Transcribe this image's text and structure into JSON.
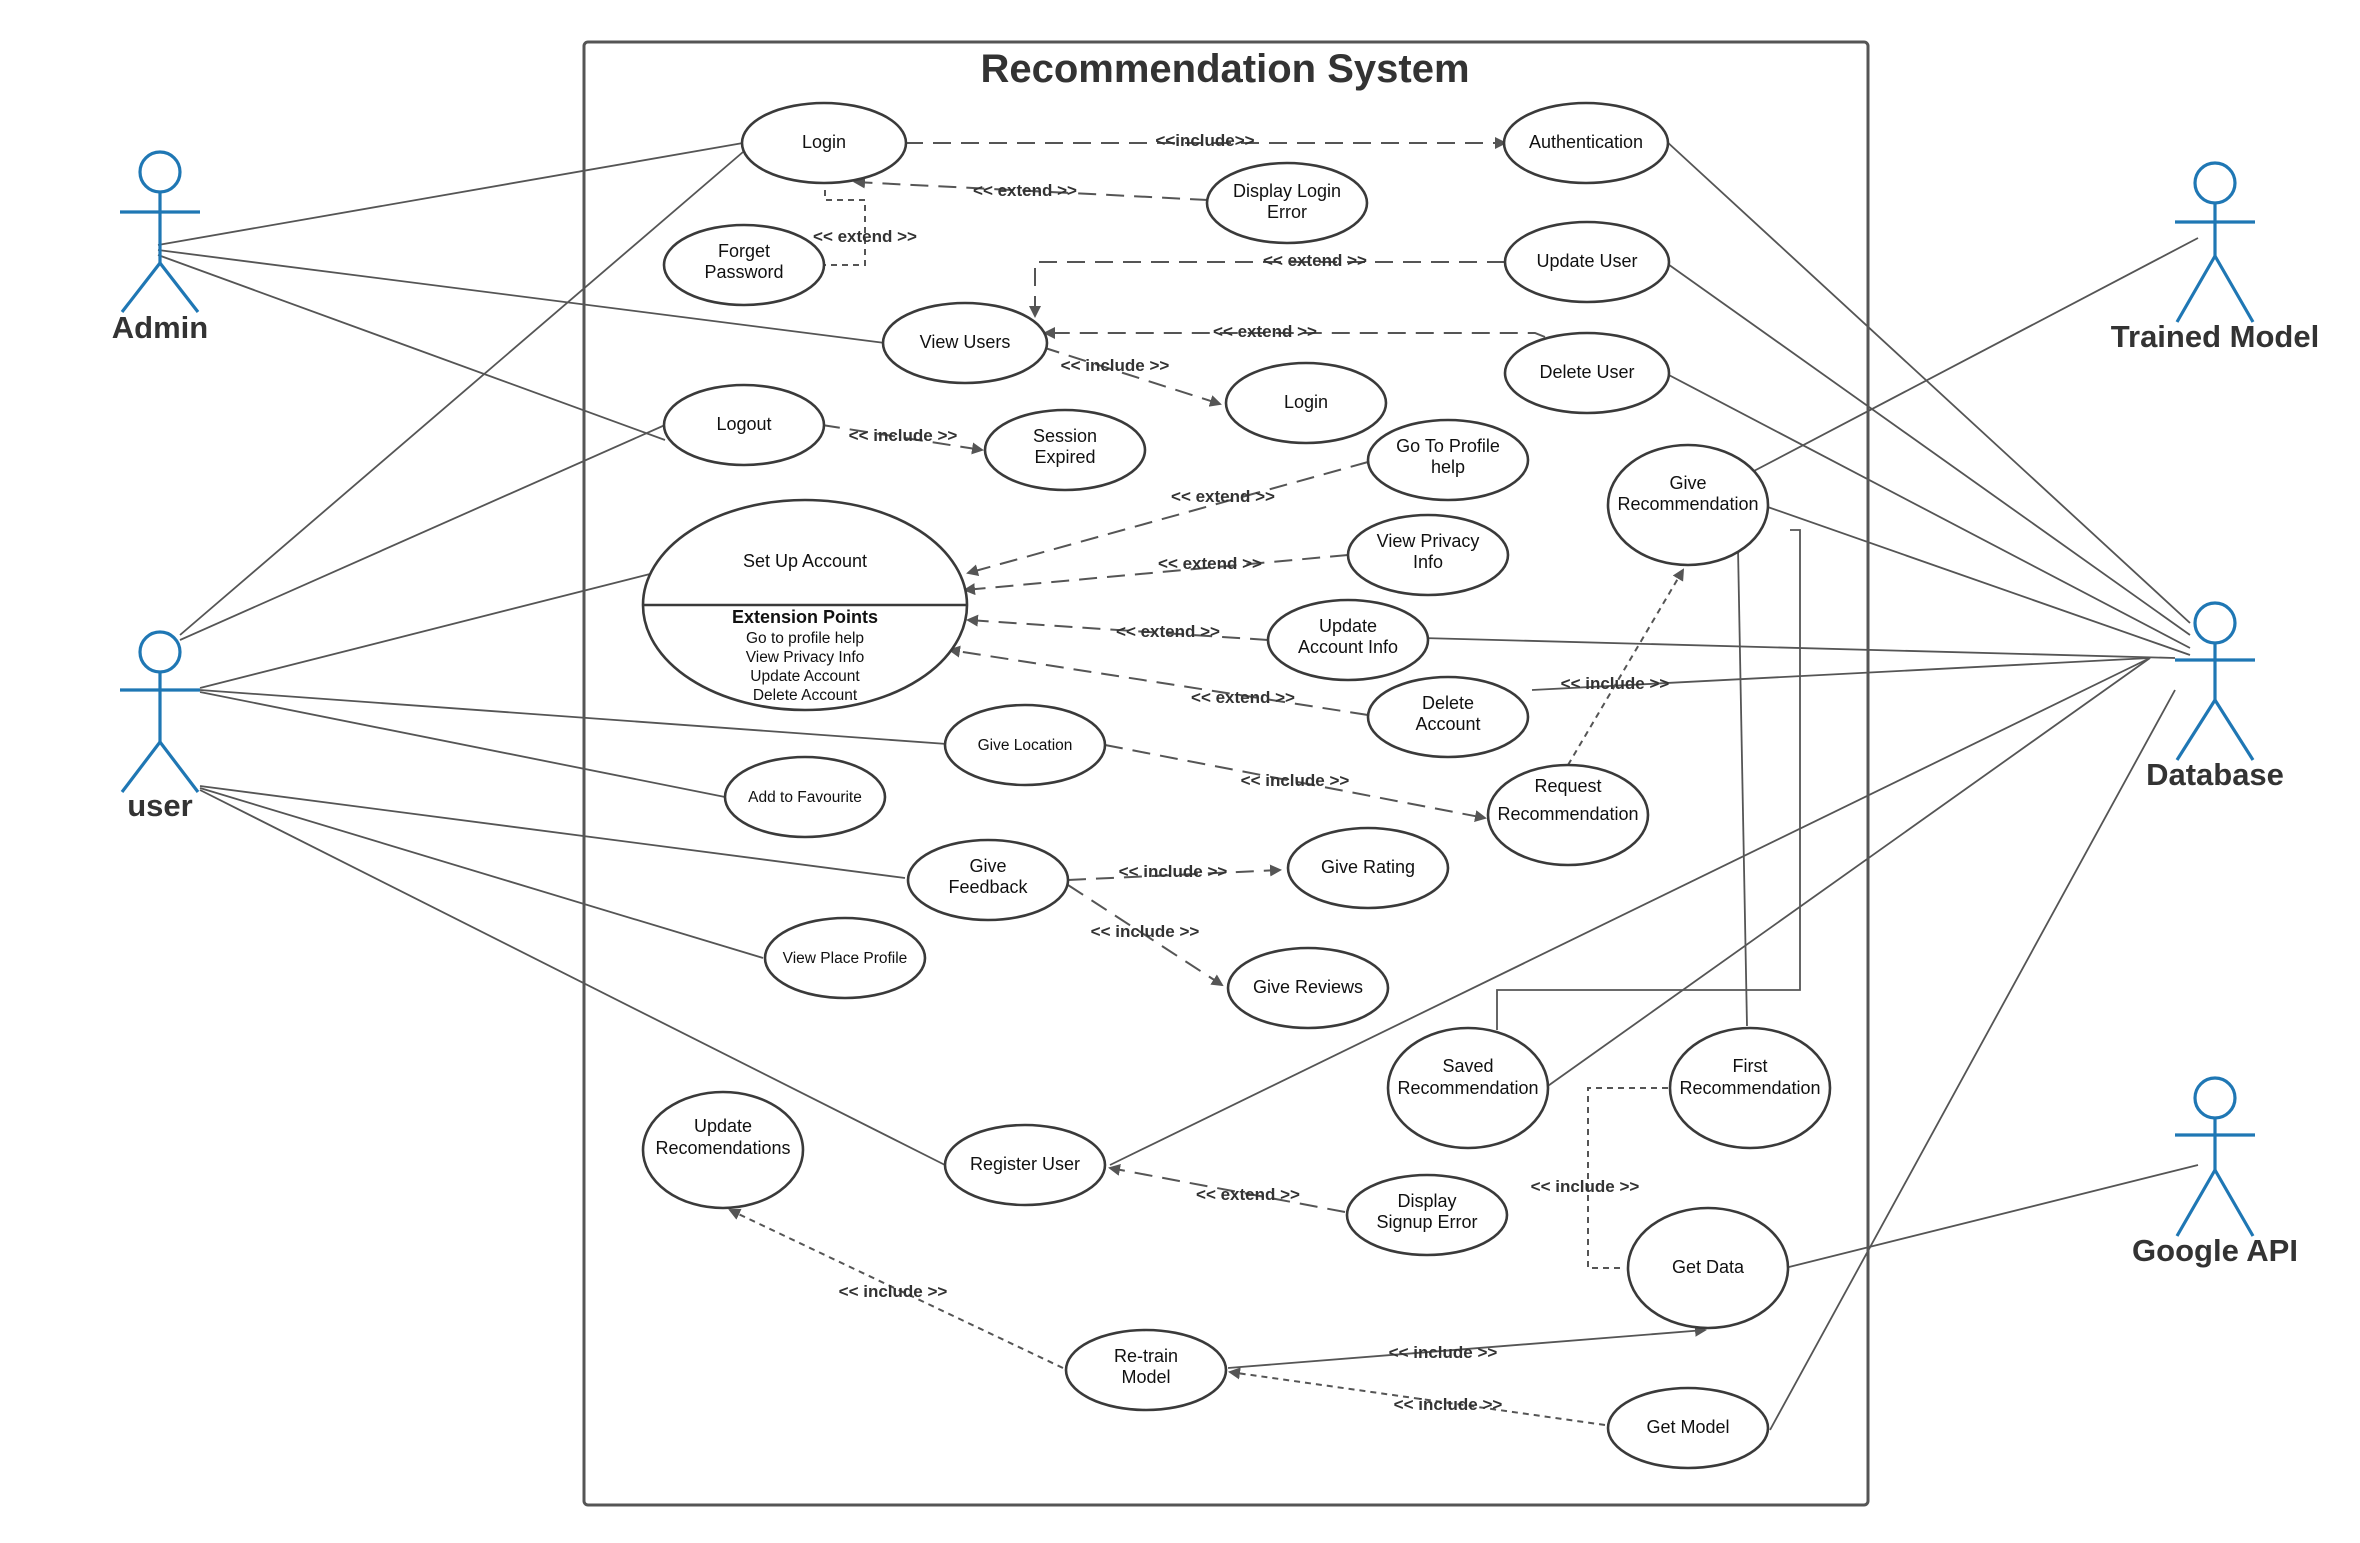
{
  "system": {
    "title": "Recommendation System"
  },
  "colors": {
    "actor": "#1f77b4",
    "line": "#555555",
    "ellipse_border": "#3a3a3a"
  },
  "actors": {
    "admin": "Admin",
    "user": "user",
    "trained_model": "Trained Model",
    "database": "Database",
    "google_api": "Google API"
  },
  "use_cases": {
    "login": [
      "Login"
    ],
    "authentication": [
      "Authentication"
    ],
    "display_login_error": [
      "Display Login",
      "Error"
    ],
    "forget_password": [
      "Forget",
      "Password"
    ],
    "update_user": [
      "Update User"
    ],
    "view_users": [
      "View Users"
    ],
    "delete_user": [
      "Delete User"
    ],
    "login_2": [
      "Login"
    ],
    "logout": [
      "Logout"
    ],
    "session_expired": [
      "Session",
      "Expired"
    ],
    "go_to_profile_help": [
      "Go To Profile",
      "help"
    ],
    "give_recommendation": [
      "Give",
      "Recommendation"
    ],
    "view_privacy_info": [
      "View Privacy",
      "Info"
    ],
    "update_account_info": [
      "Update",
      "Account Info"
    ],
    "delete_account": [
      "Delete",
      "Account"
    ],
    "give_location": [
      "Give Location"
    ],
    "request_recommendation": [
      "Request",
      "Recommendation"
    ],
    "add_to_favourite": [
      "Add to Favourite"
    ],
    "give_feedback": [
      "Give",
      "Feedback"
    ],
    "give_rating": [
      "Give Rating"
    ],
    "view_place_profile": [
      "View Place Profile"
    ],
    "give_reviews": [
      "Give Reviews"
    ],
    "saved_recommendation": [
      "Saved",
      "Recommendation"
    ],
    "first_recommendation": [
      "First",
      "Recommendation"
    ],
    "update_recomendations": [
      "Update",
      "Recomendations"
    ],
    "register_user": [
      "Register User"
    ],
    "display_signup_error": [
      "Display",
      "Signup Error"
    ],
    "get_data": [
      "Get Data"
    ],
    "retrain_model": [
      "Re-train",
      "Model"
    ],
    "get_model": [
      "Get Model"
    ]
  },
  "set_up_account": {
    "title": "Set Up Account",
    "extension_title": "Extension Points",
    "extension_points": [
      "Go to profile help",
      "View Privacy Info",
      "Update Account",
      "Delete Account"
    ]
  },
  "relation_labels": {
    "login_auth": "<<include>>",
    "login_error": "<< extend >>",
    "forget_login": "<< extend >>",
    "update_view": "<< extend >>",
    "delete_view": "<< extend >>",
    "view_login": "<< include >>",
    "logout_session": "<< include >>",
    "profile_help": "<< extend >>",
    "privacy_info": "<< extend >>",
    "update_account": "<< extend >>",
    "delete_account": "<< extend >>",
    "request_give": "<< include >>",
    "location_request": "<< include >>",
    "feedback_rating": "<< include >>",
    "feedback_reviews": "<< include >>",
    "first_getdata": "<< include >>",
    "signup_error": "<< extend >>",
    "retrain_update": "<< include >>",
    "retrain_getdata": "<< include >>",
    "retrain_getmodel": "<<  include >>"
  }
}
